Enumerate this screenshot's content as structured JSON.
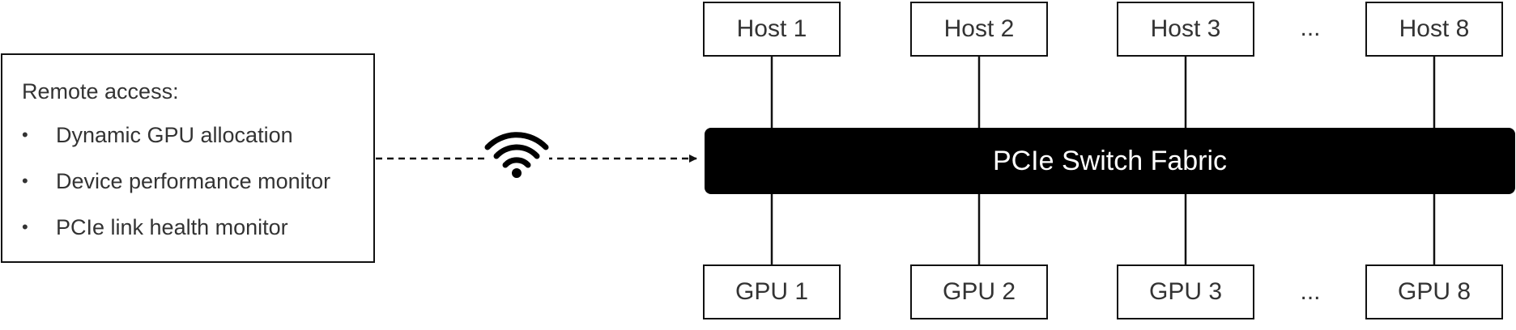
{
  "remote_panel": {
    "title": "Remote access:",
    "items": [
      "Dynamic GPU allocation",
      "Device performance monitor",
      "PCIe link health monitor"
    ],
    "bullet": "•"
  },
  "link": {
    "icon": "wifi-icon"
  },
  "fabric": {
    "label": "PCIe Switch Fabric"
  },
  "hosts": [
    "Host 1",
    "Host 2",
    "Host 3",
    "Host 8"
  ],
  "gpus": [
    "GPU 1",
    "GPU 2",
    "GPU 3",
    "GPU 8"
  ],
  "ellipsis": "...",
  "colors": {
    "fabric": "#000000",
    "fabric_text": "#ffffff",
    "stroke": "#111111"
  }
}
